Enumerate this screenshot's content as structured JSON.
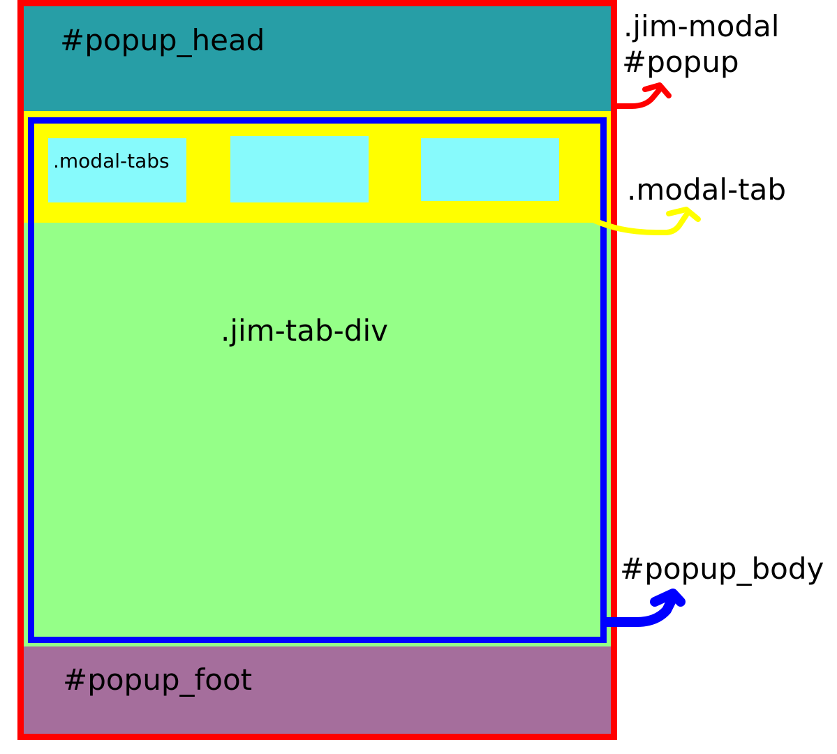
{
  "labels": {
    "popup_head": "#popup_head",
    "modal_tabs": ".modal-tabs",
    "jim_tab_div": ".jim-tab-div",
    "popup_foot": "#popup_foot",
    "jim_modal": ".jim-modal",
    "popup": "#popup",
    "modal_tab": ".modal-tab",
    "popup_body": "#popup_body"
  },
  "colors": {
    "popup_border": "#ff0000",
    "head_fill": "#279ea6",
    "tabbar_fill": "#ffff00",
    "tab_fill": "#87fafc",
    "body_border": "#0000ff",
    "content_fill": "#95ff88",
    "foot_fill": "#a56e9c",
    "red_arrow": "#ff0000",
    "yellow_arrow": "#ffff00",
    "blue_arrow": "#0000ff"
  }
}
